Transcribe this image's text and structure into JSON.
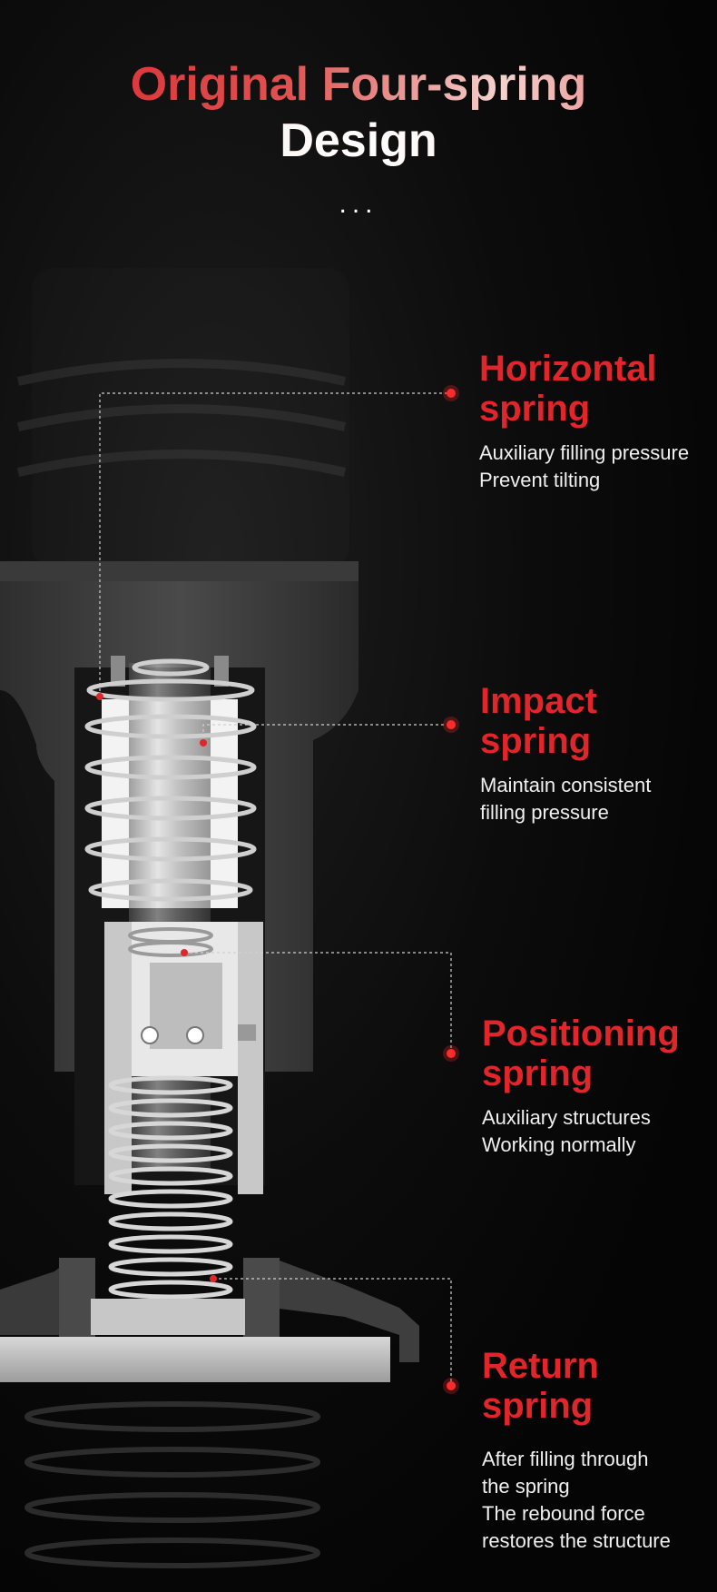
{
  "title_line1": "Original Four-spring",
  "title_line2": "Design",
  "dots": "...",
  "colors": {
    "accent": "#e0262a",
    "background": "#050505",
    "text": "#f0f0f0"
  },
  "callouts": [
    {
      "heading": [
        "Horizontal",
        "spring"
      ],
      "desc": [
        "Auxiliary filling pressure",
        "Prevent tilting"
      ]
    },
    {
      "heading": [
        "Impact",
        "spring"
      ],
      "desc": [
        "Maintain consistent",
        "filling pressure"
      ]
    },
    {
      "heading": [
        "Positioning",
        "spring"
      ],
      "desc": [
        "Auxiliary structures",
        "Working normally"
      ]
    },
    {
      "heading": [
        "Return",
        "spring"
      ],
      "desc": [
        "After filling through",
        "the spring",
        "The rebound force",
        "restores the structure"
      ]
    }
  ]
}
